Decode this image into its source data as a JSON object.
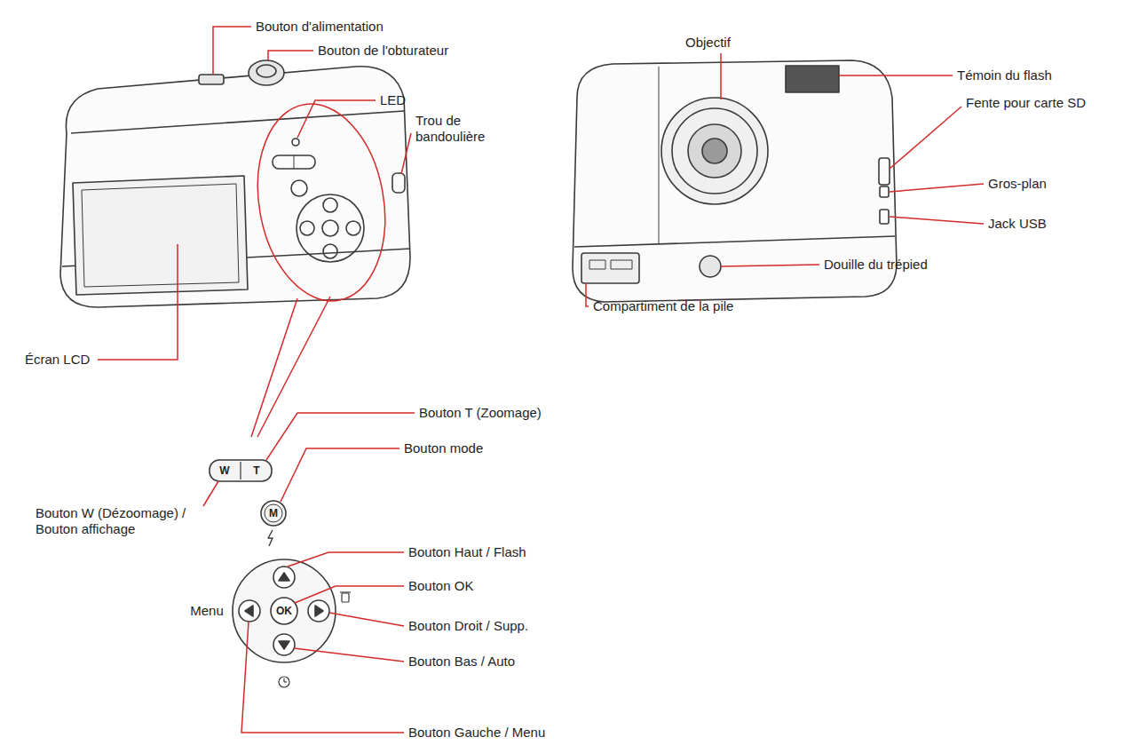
{
  "diagram": {
    "labels": [
      "Bouton d'alimentation",
      "Bouton de l'obturateur",
      "LED",
      "Trou de bandoulière",
      "Écran LCD",
      "Objectif",
      "Témoin du flash",
      "Fente pour carte SD",
      "Gros-plan",
      "Jack USB",
      "Douille du trépied",
      "Compartiment de la pile",
      "Bouton T (Zoomage)",
      "Bouton mode",
      "Bouton W (Dézoomage) / Bouton affichage",
      "Bouton Haut / Flash",
      "Bouton OK",
      "Bouton Droit / Supp.",
      "Bouton Bas / Auto",
      "Bouton Gauche / Menu",
      "Menu",
      "W",
      "T",
      "M",
      "OK"
    ]
  }
}
